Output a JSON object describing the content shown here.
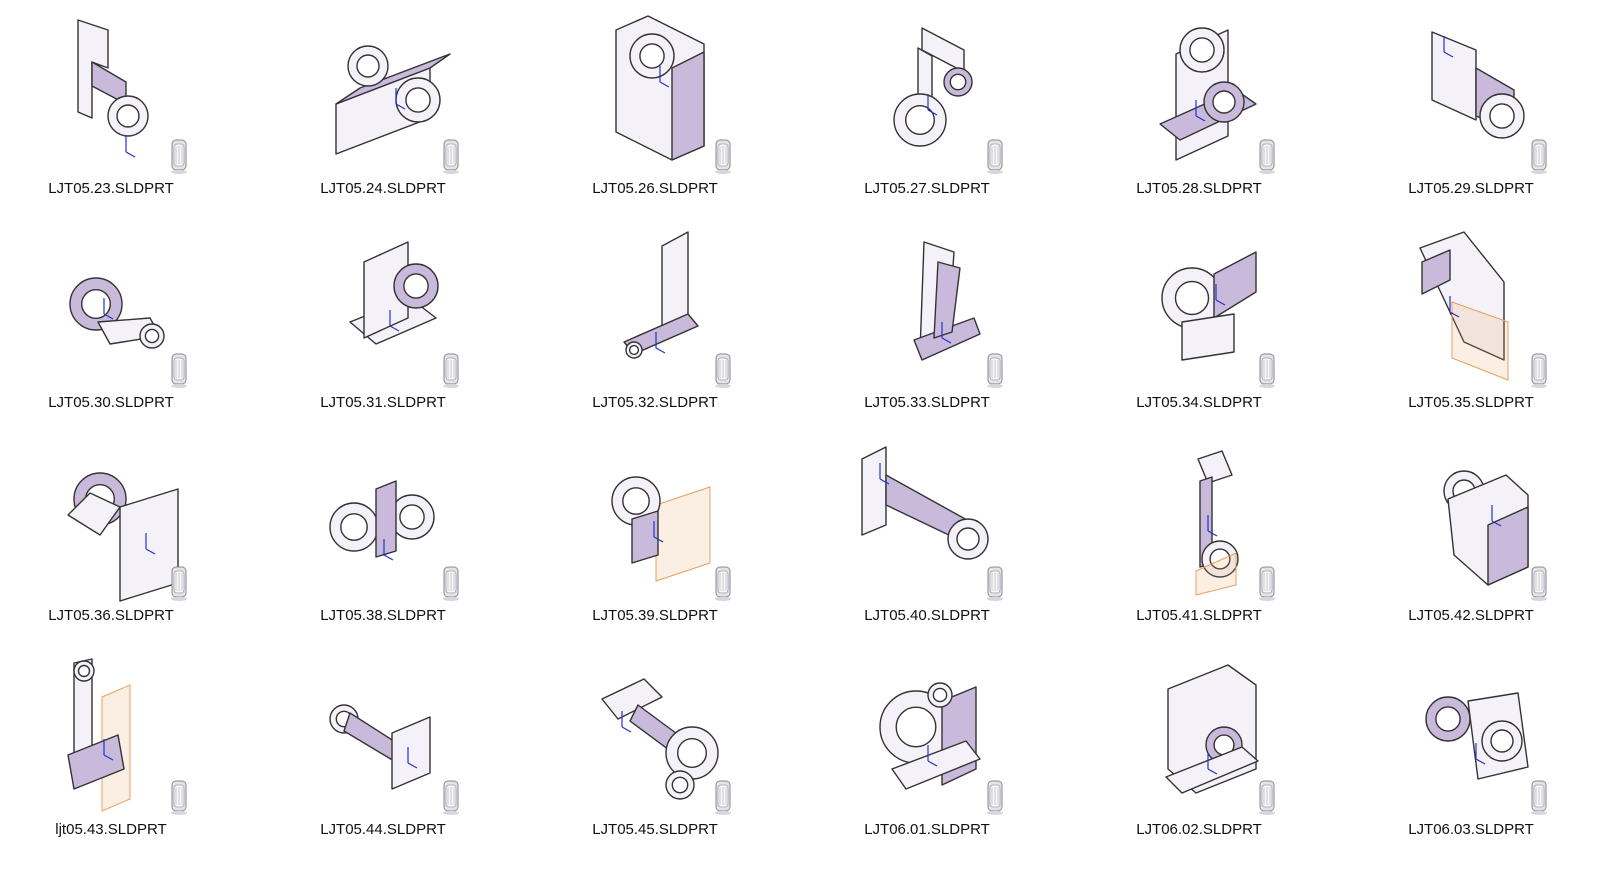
{
  "files": [
    {
      "name": "LJT05.23.SLDPRT"
    },
    {
      "name": "LJT05.24.SLDPRT"
    },
    {
      "name": "LJT05.26.SLDPRT"
    },
    {
      "name": "LJT05.27.SLDPRT"
    },
    {
      "name": "LJT05.28.SLDPRT"
    },
    {
      "name": "LJT05.29.SLDPRT"
    },
    {
      "name": "LJT05.30.SLDPRT"
    },
    {
      "name": "LJT05.31.SLDPRT"
    },
    {
      "name": "LJT05.32.SLDPRT"
    },
    {
      "name": "LJT05.33.SLDPRT"
    },
    {
      "name": "LJT05.34.SLDPRT"
    },
    {
      "name": "LJT05.35.SLDPRT"
    },
    {
      "name": "LJT05.36.SLDPRT"
    },
    {
      "name": "LJT05.38.SLDPRT"
    },
    {
      "name": "LJT05.39.SLDPRT"
    },
    {
      "name": "LJT05.40.SLDPRT"
    },
    {
      "name": "LJT05.41.SLDPRT"
    },
    {
      "name": "LJT05.42.SLDPRT"
    },
    {
      "name": "ljt05.43.SLDPRT"
    },
    {
      "name": "LJT05.44.SLDPRT"
    },
    {
      "name": "LJT05.45.SLDPRT"
    },
    {
      "name": "LJT06.01.SLDPRT"
    },
    {
      "name": "LJT06.02.SLDPRT"
    },
    {
      "name": "LJT06.03.SLDPRT"
    }
  ],
  "thumbnail_icon": "cad-part-thumbnail-icon",
  "file_type_icon": "solidworks-part-icon",
  "colors": {
    "background": "#ffffff",
    "part_light": "#f4f2f8",
    "part_shade": "#c9b9da",
    "part_outline": "#333333",
    "sketch_plane": "#e8a060",
    "axis_mark": "#2233cc"
  }
}
